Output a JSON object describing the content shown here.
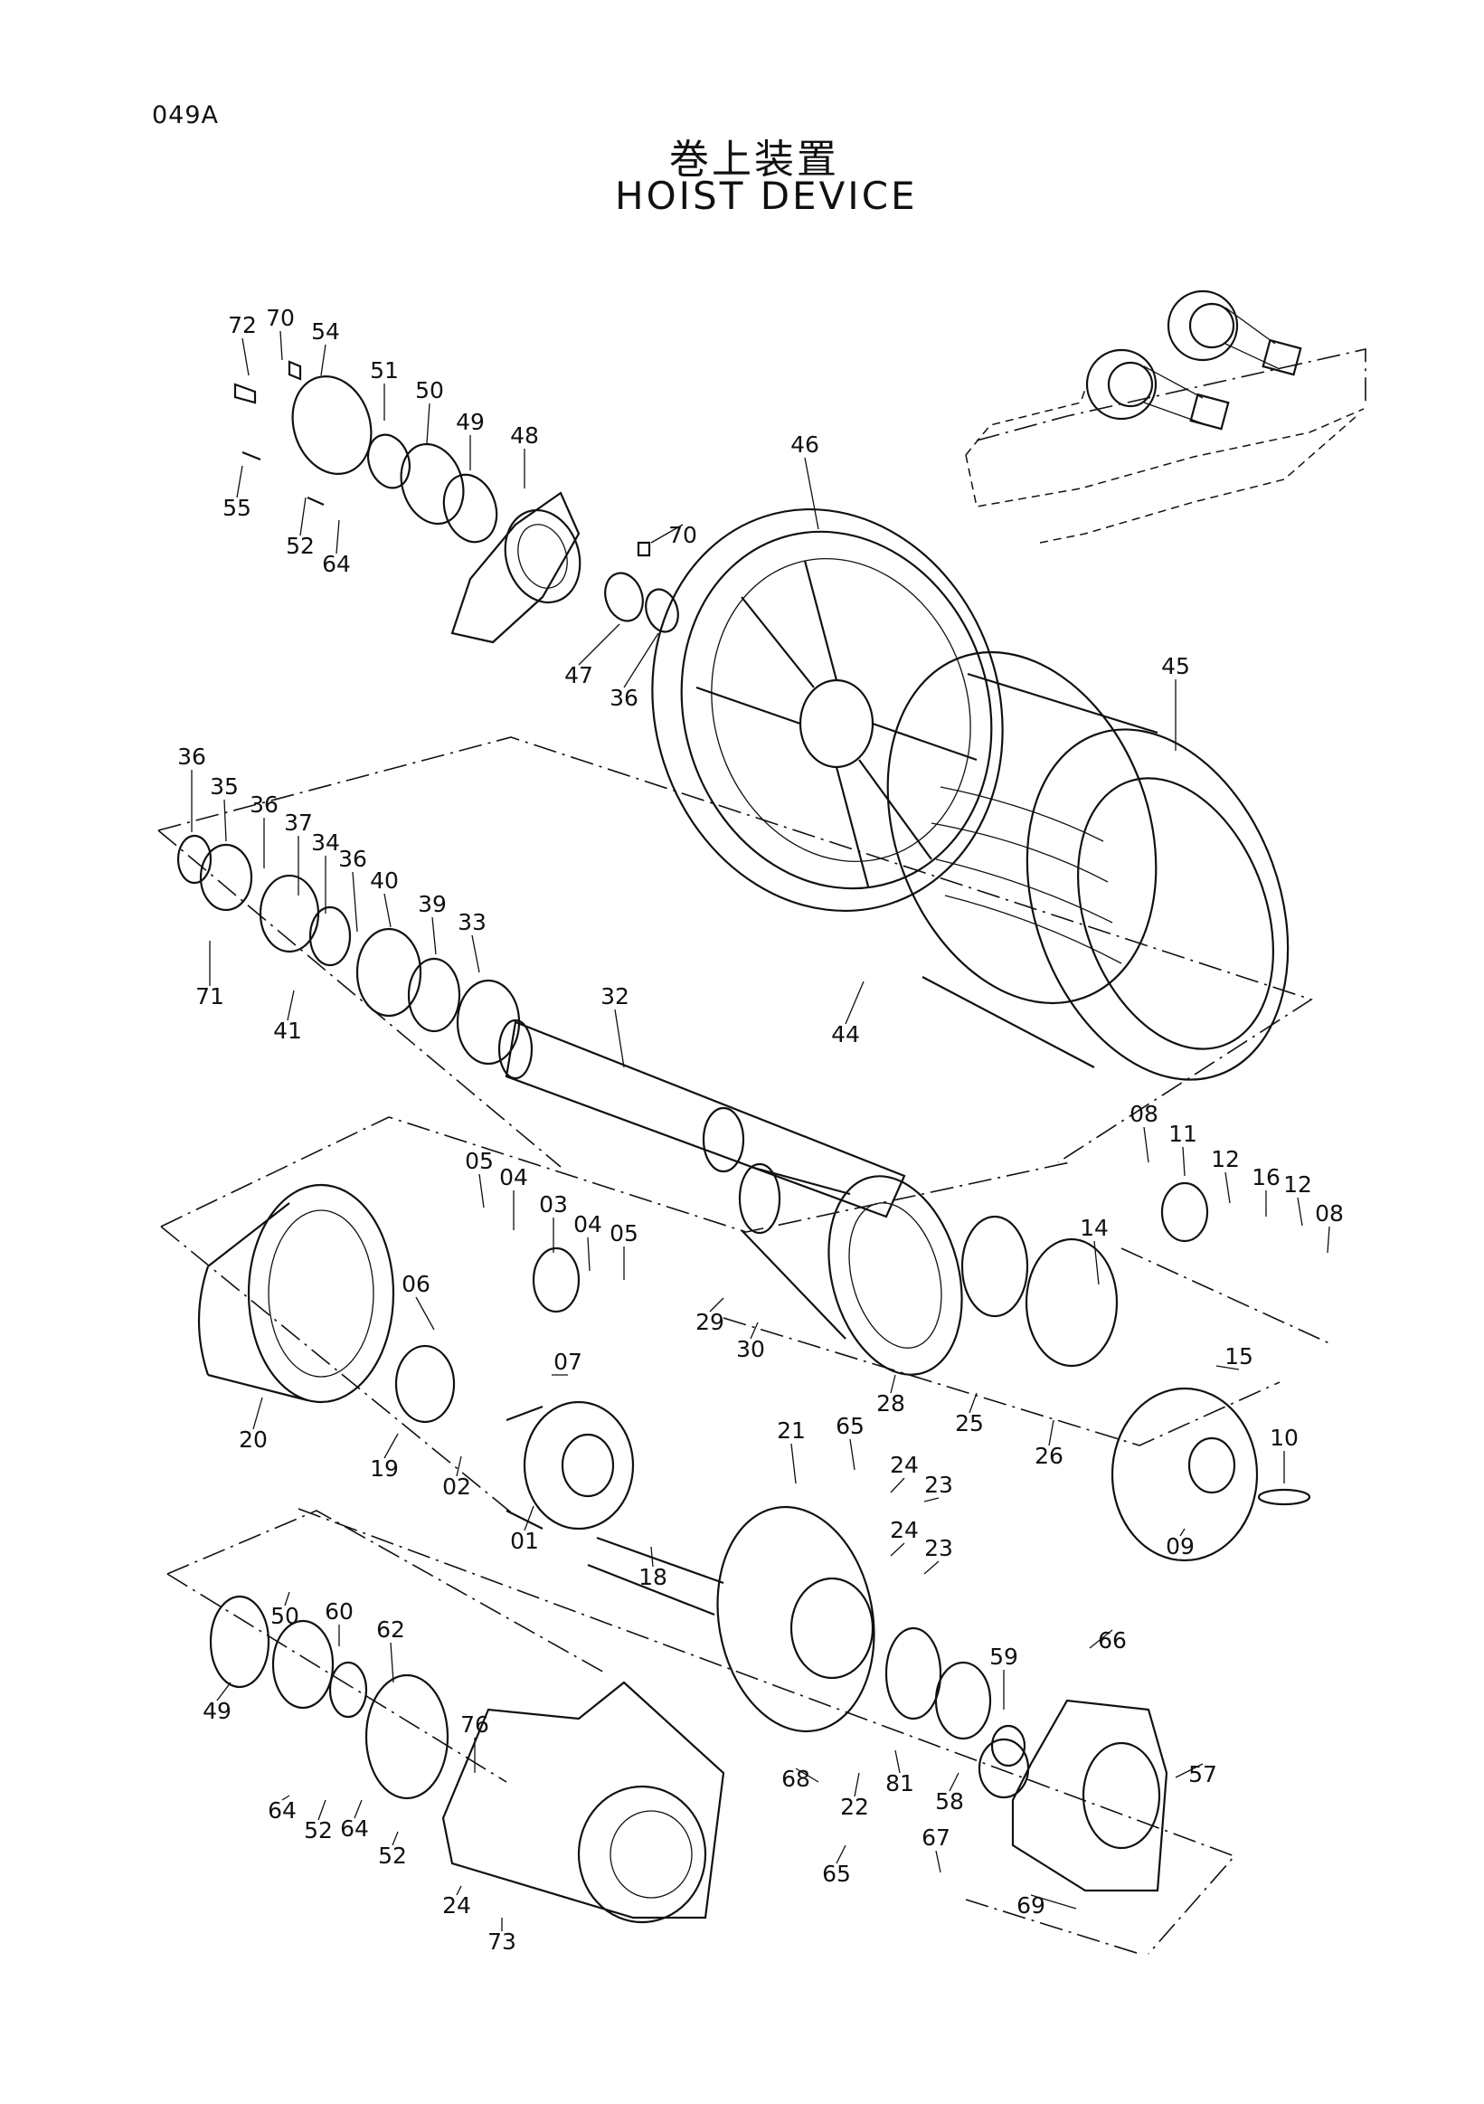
{
  "page": {
    "page_id": "049A",
    "title_ja": "巻上装置",
    "title_en": "HOIST DEVICE"
  },
  "callouts": [
    "72",
    "70",
    "54",
    "51",
    "50",
    "49",
    "48",
    "55",
    "52",
    "64",
    "70",
    "47",
    "36",
    "46",
    "45",
    "36",
    "35",
    "36",
    "37",
    "34",
    "36",
    "40",
    "39",
    "33",
    "71",
    "41",
    "32",
    "44",
    "08",
    "11",
    "12",
    "16",
    "12",
    "08",
    "05",
    "04",
    "03",
    "04",
    "05",
    "14",
    "06",
    "07",
    "29",
    "30",
    "15",
    "10",
    "20",
    "19",
    "02",
    "01",
    "28",
    "25",
    "26",
    "09",
    "21",
    "65",
    "24",
    "23",
    "24",
    "23",
    "18",
    "50",
    "60",
    "62",
    "76",
    "66",
    "59",
    "49",
    "57",
    "68",
    "22",
    "81",
    "58",
    "64",
    "52",
    "64",
    "52",
    "65",
    "67",
    "69",
    "24",
    "73"
  ]
}
